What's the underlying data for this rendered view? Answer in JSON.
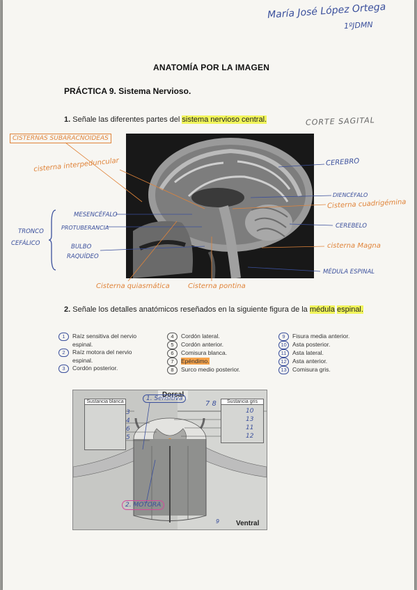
{
  "header": {
    "name": "María José López Ortega",
    "group": "1ºJDMN"
  },
  "title": "ANATOMÍA POR LA IMAGEN",
  "practice": "PRÁCTICA 9. Sistema Nervioso.",
  "q1": {
    "number": "1.",
    "text": "Señale las diferentes partes del",
    "highlight": "sistema nervioso central.",
    "note_cut": "CORTE SAGITAL",
    "labels": {
      "cisternas": "CISTERNAS SUBARACNOIDEAS",
      "interpeduncular": "cisterna interpeduncular",
      "cerebro": "CEREBRO",
      "diencefalo": "DIENCÉFALO",
      "cuadrigemina": "Cisterna cuadrigémina",
      "mesencefalo": "MESENCÉFALO",
      "protuberancia": "PROTUBERANCIA",
      "cerebelo": "CEREBELO",
      "tronco": "TRONCO",
      "cefalico": "CEFÁLICO",
      "bulbo": "BULBO",
      "raquideo": "RAQUÍDEO",
      "magna": "cisterna Magna",
      "medula": "MÉDULA ESPINAL",
      "quiasmatica": "Cisterna quiasmática",
      "pontina": "Cisterna pontina"
    }
  },
  "q2": {
    "number": "2.",
    "text": "Señale los detalles anatómicos reseñados en la siguiente figura de la",
    "highlight1": "médula",
    "highlight2": "espinal.",
    "col1": [
      {
        "n": "1",
        "text": "Raíz sensitiva del nervio"
      },
      {
        "n": "",
        "text": "espinal."
      },
      {
        "n": "2",
        "text": "Raíz motora del nervio"
      },
      {
        "n": "",
        "text": "espinal."
      },
      {
        "n": "3",
        "text": "Cordón posterior."
      }
    ],
    "col2": [
      {
        "n": "4",
        "text": "Cordón lateral."
      },
      {
        "n": "5",
        "text": "Cordón anterior."
      },
      {
        "n": "6",
        "text": "Comisura blanca."
      },
      {
        "n": "7",
        "text": "Epéndimo."
      },
      {
        "n": "8",
        "text": "Surco medio posterior."
      }
    ],
    "col3": [
      {
        "n": "9",
        "text": "Fisura media anterior."
      },
      {
        "n": "10",
        "text": "Asta posterior."
      },
      {
        "n": "11",
        "text": "Asta lateral."
      },
      {
        "n": "12",
        "text": "Asta anterior."
      },
      {
        "n": "13",
        "text": "Comisura gris."
      }
    ]
  },
  "figure": {
    "dorsal": "Dorsal",
    "ventral": "Ventral",
    "white_box": "Sustancia blanca",
    "gray_box": "Sustancia gris",
    "sensitiva": "1. Sensitiva",
    "motora": "2. MOTORA",
    "left_nums": [
      "3",
      "4",
      "6",
      "5"
    ],
    "right_nums": [
      "10",
      "13",
      "11",
      "12"
    ],
    "top_nums": "7  8",
    "bottom_num": "9"
  }
}
